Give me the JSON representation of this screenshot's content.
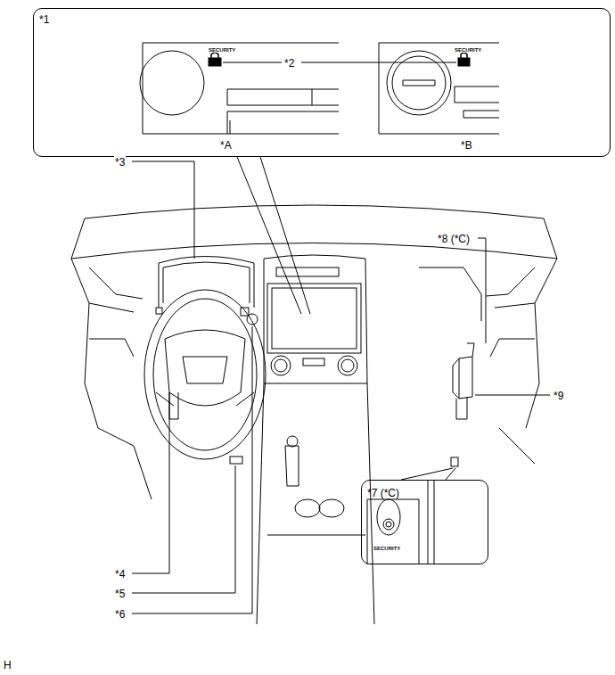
{
  "diagram": {
    "nodes": [
      {
        "text": [
          "*1"
        ]
      },
      {
        "text": [
          "*7 (*C)",
          "SECURITY"
        ]
      }
    ],
    "labels": [
      "SECURITY",
      "*2",
      "SECURITY",
      "*A",
      "*B",
      "*3",
      "*8 (*C)",
      "*9",
      "*4",
      "*5",
      "*6",
      "H"
    ]
  }
}
